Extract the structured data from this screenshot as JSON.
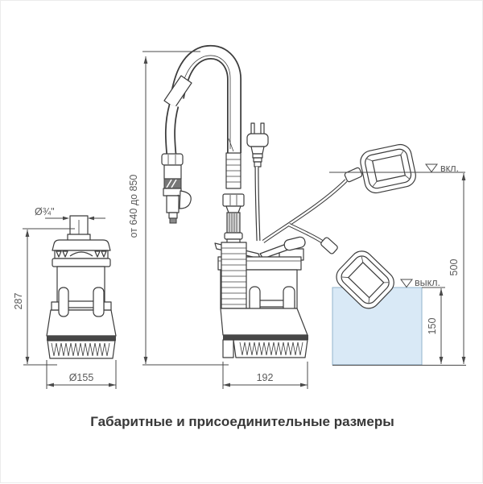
{
  "title": "Габаритные и присоединительные размеры",
  "diagram": {
    "type": "technical-dimension-drawing",
    "subject": "submersible drainage pump, front view and side view with float switch",
    "labels": {
      "thread_diameter": "Ø¾\"",
      "pump_height": "287",
      "pump_diameter": "Ø155",
      "install_height_range": "от 640 до 850",
      "pump_width": "192",
      "level_on": "вкл.",
      "level_off": "выкл.",
      "switch_on_depth": "500",
      "switch_off_depth": "150"
    },
    "colors": {
      "line": "#3c3c3c",
      "dimension": "#4a4a4a",
      "label_text": "#5a5a5a",
      "title_text": "#383838",
      "water_fill": "#d9e9f6",
      "water_border": "#93b4cc"
    }
  }
}
